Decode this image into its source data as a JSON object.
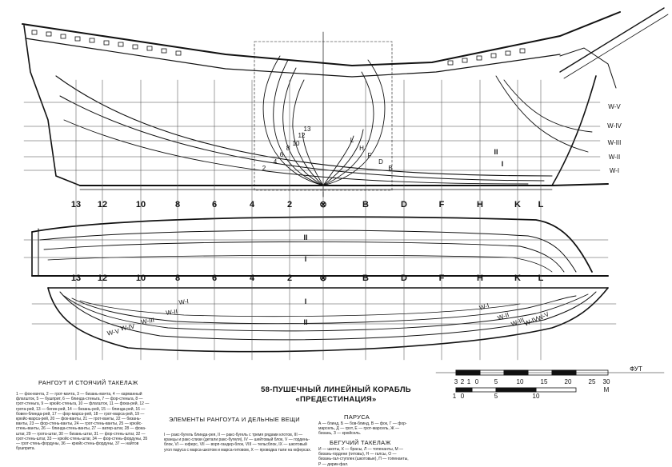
{
  "title": {
    "line1": "58-ПУШЕЧНЫЙ ЛИНЕЙНЫЙ КОРАБЛЬ",
    "line2": "«ПРЕДЕСТИНАЦИЯ»"
  },
  "stations": [
    "13",
    "12",
    "10",
    "8",
    "6",
    "4",
    "2",
    "⊗",
    "B",
    "D",
    "F",
    "H",
    "K",
    "L"
  ],
  "waterlines": [
    "W-V",
    "W-IV",
    "W-III",
    "W-II",
    "W-I"
  ],
  "plan_waterlines": [
    "W-I",
    "W-II",
    "W-III",
    "W-IV",
    "W-V"
  ],
  "section_numbers": [
    "13",
    "12",
    "10",
    "8",
    "6",
    "4",
    "2"
  ],
  "section_letters": [
    "L",
    "H",
    "F",
    "D",
    "B"
  ],
  "roman": [
    "II",
    "I",
    "II",
    "I",
    "I",
    "II"
  ],
  "scale": {
    "feet_label": "ФУТ",
    "feet_ticks": [
      "3",
      "2",
      "1",
      "0",
      "5",
      "10",
      "15",
      "20",
      "25",
      "30"
    ],
    "m_label": "М",
    "m_ticks": [
      "1",
      "0",
      "5",
      "10"
    ]
  },
  "headers": {
    "rigging_standing": "РАНГОУТ И СТОЯЧИЙ ТАКЕЛАЖ",
    "spars": "ЭЛЕМЕНТЫ РАНГОУТА И ДЕЛЬНЫЕ ВЕЩИ",
    "sails": "ПАРУСА",
    "running": "БЕГУЧИЙ ТАКЕЛАЖ"
  },
  "text": {
    "rigging_body": "1 — фок-мачта, 2 — грот-мачта, 3 — бизань-мачта, 4 — карманный флагшток, 5 — бушприт, 6 — блинда-стеньга, 7 — фор-стеньга, 8 — грот-стеньга, 9 — крюйс-стеньга, 10 — флагшток, 11 — фока-рей, 12 — грота-рей, 13 — бегин-рей, 14 — бизань-рей, 15 — блинда-рей, 16 — бовен-блинда-рей, 17 — фор-марса-рей, 18 — грот-марса-рей, 19 — крюйс-марса-рей, 20 — фок-ванты, 21 — грот-ванты, 22 — бизань-ванты, 23 — фор-стень-ванты, 24 — грот-стень-ванты, 25 — крюйс-стень-ванты, 26 — блинда-стень-ванты, 27 — ватер-штаг, 28 — фока-штаг, 29 — грота-штаг, 30 — бизань-штаг, 31 — фор-стень-штаг, 32 — грот-стень-штаг, 33 — крюйс-стень-штаг, 34 — фор-стень-фордуны, 35 — грот-стень-фордуны, 36 — крюйс-стень-фордуны, 37 — найтов бушприта.",
    "spars_body": "I — ракс-бугель блинда-рея, II — ракс-бугель с тремя рядами клотов, III — кранцы и ракс-слизи (детали ракс-бугеля), IV — шейтовый блок, V — гордень-блок, VI — юферс, VII — ворп-гандер-блок, VIII — тельсблок, IX — шкотовый угол паруса с марса-шкотом и марса-гитовом, X — проводка тали на юферсах.",
    "sails_body": "А — блинд, Б — бов-блинд, В — фок, Г — фор-марсель, Д — грот, Е — грот-марсель, Ж — бизань, З — крюйсель.",
    "running_body": "И — шкоты, К — брасы, Л — топенанты, М — бизань-гордени (гитовы), Н — галсы, О — бизань-гал-ступ­лек (шкотовые), П — топенанты, Р — дирик-фал."
  }
}
